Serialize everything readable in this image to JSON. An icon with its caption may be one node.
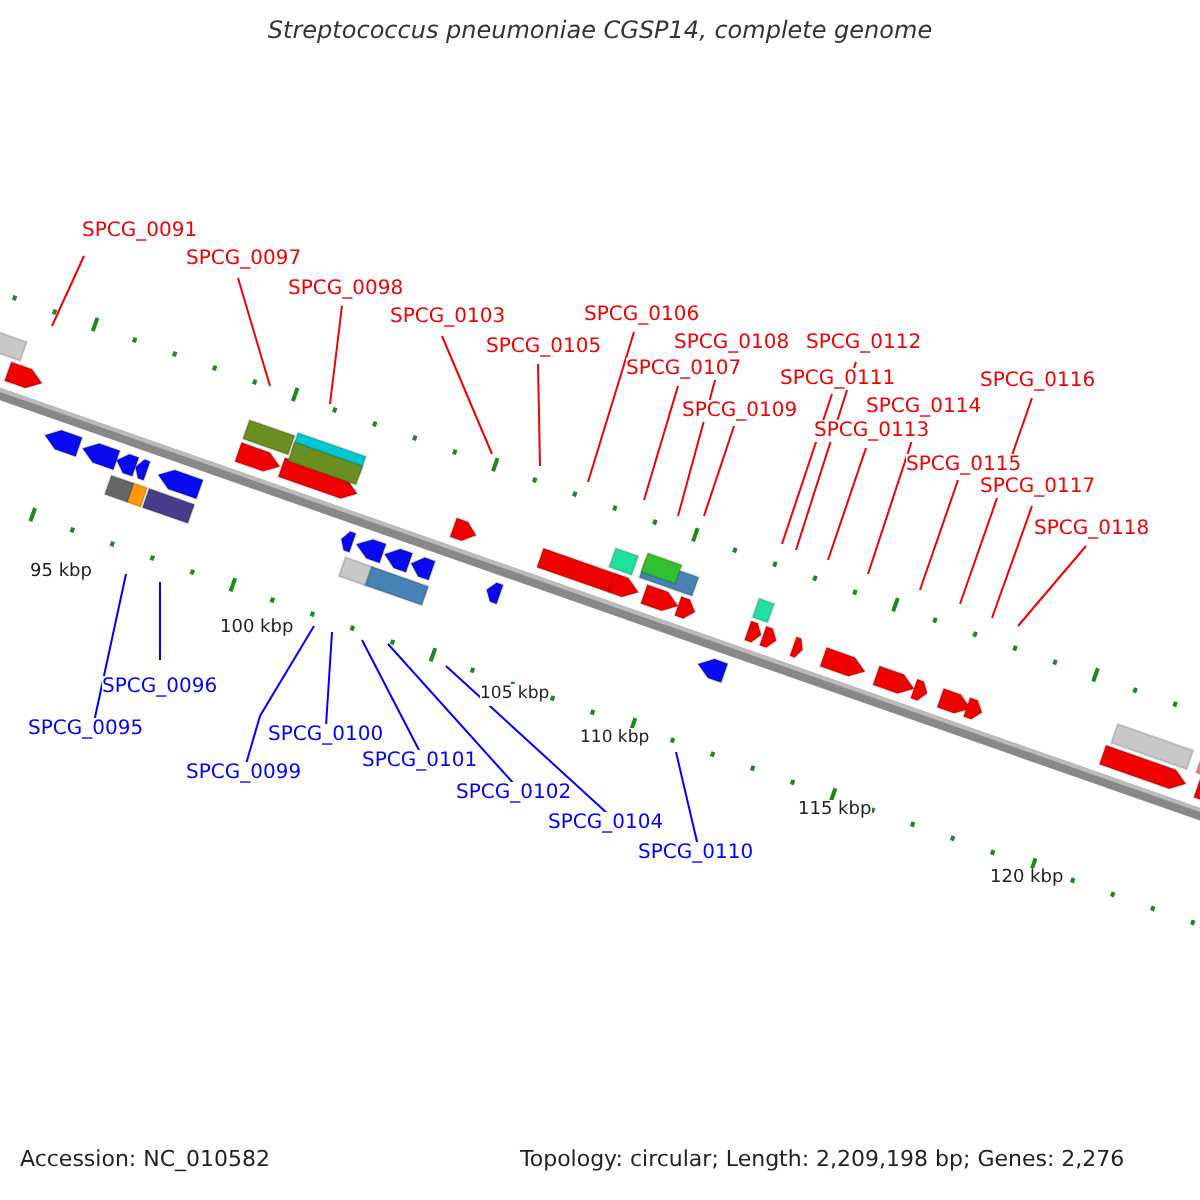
{
  "diagram": {
    "title": "Streptococcus pneumoniae CGSP14, complete genome",
    "nodes": [
      {
        "text": [
          "SPCG_0091"
        ]
      },
      {
        "text": [
          "SPCG_0097"
        ]
      },
      {
        "text": [
          "SPCG_0098"
        ]
      },
      {
        "text": [
          "SPCG_0103"
        ]
      },
      {
        "text": [
          "SPCG_0105"
        ]
      },
      {
        "text": [
          "SPCG_0106"
        ]
      },
      {
        "text": [
          "SPCG_0107"
        ]
      },
      {
        "text": [
          "SPCG_0108"
        ]
      },
      {
        "text": [
          "SPCG_0109"
        ]
      },
      {
        "text": [
          "SPCG_0111"
        ]
      },
      {
        "text": [
          "SPCG_0112"
        ]
      },
      {
        "text": [
          "SPCG_0113"
        ]
      },
      {
        "text": [
          "SPCG_0114"
        ]
      },
      {
        "text": [
          "SPCG_0115"
        ]
      },
      {
        "text": [
          "SPCG_0116"
        ]
      },
      {
        "text": [
          "SPCG_0117"
        ]
      },
      {
        "text": [
          "SPCG_0118"
        ]
      },
      {
        "text": [
          "SPCG_0095"
        ]
      },
      {
        "text": [
          "SPCG_0096"
        ]
      },
      {
        "text": [
          "SPCG_0099"
        ]
      },
      {
        "text": [
          "SPCG_0100"
        ]
      },
      {
        "text": [
          "SPCG_0101"
        ]
      },
      {
        "text": [
          "SPCG_0102"
        ]
      },
      {
        "text": [
          "SPCG_0104"
        ]
      },
      {
        "text": [
          "SPCG_0110"
        ]
      }
    ],
    "edges": [
      {
        "from": 0,
        "to": null,
        "arrow": "none"
      },
      {
        "from": 1,
        "to": null,
        "arrow": "none"
      },
      {
        "from": 2,
        "to": null,
        "arrow": "none"
      },
      {
        "from": 3,
        "to": null,
        "arrow": "none"
      },
      {
        "from": 4,
        "to": null,
        "arrow": "none"
      },
      {
        "from": 5,
        "to": null,
        "arrow": "none"
      },
      {
        "from": 6,
        "to": null,
        "arrow": "none"
      },
      {
        "from": 7,
        "to": null,
        "arrow": "none"
      },
      {
        "from": 8,
        "to": null,
        "arrow": "none"
      },
      {
        "from": 9,
        "to": null,
        "arrow": "none"
      },
      {
        "from": 10,
        "to": null,
        "arrow": "none"
      },
      {
        "from": 11,
        "to": null,
        "arrow": "none"
      },
      {
        "from": 12,
        "to": null,
        "arrow": "none"
      },
      {
        "from": 13,
        "to": null,
        "arrow": "none"
      },
      {
        "from": 14,
        "to": null,
        "arrow": "none"
      },
      {
        "from": 15,
        "to": null,
        "arrow": "none"
      },
      {
        "from": 16,
        "to": null,
        "arrow": "none"
      },
      {
        "from": 17,
        "to": null,
        "arrow": "none",
        "color": "#0000ff"
      },
      {
        "from": 18,
        "to": null,
        "arrow": "none",
        "color": "#0000ff"
      },
      {
        "from": 19,
        "to": null,
        "arrow": "none",
        "color": "#0000ff"
      },
      {
        "from": 20,
        "to": null,
        "arrow": "none",
        "color": "#0000ff"
      },
      {
        "from": 21,
        "to": null,
        "arrow": "none",
        "color": "#0000ff"
      },
      {
        "from": 22,
        "to": null,
        "arrow": "none",
        "color": "#0000ff"
      },
      {
        "from": 23,
        "to": null,
        "arrow": "none",
        "color": "#0000ff"
      },
      {
        "from": 24,
        "to": null,
        "arrow": "none",
        "color": "#0000ff"
      }
    ],
    "labels": [
      "95 kbp",
      "100 kbp",
      "105 kbp",
      "110 kbp",
      "115 kbp",
      "120 kbp",
      "Accession: NC_010582",
      "Topology: circular; Length: 2,209,198 bp; Genes: 2,276"
    ]
  }
}
